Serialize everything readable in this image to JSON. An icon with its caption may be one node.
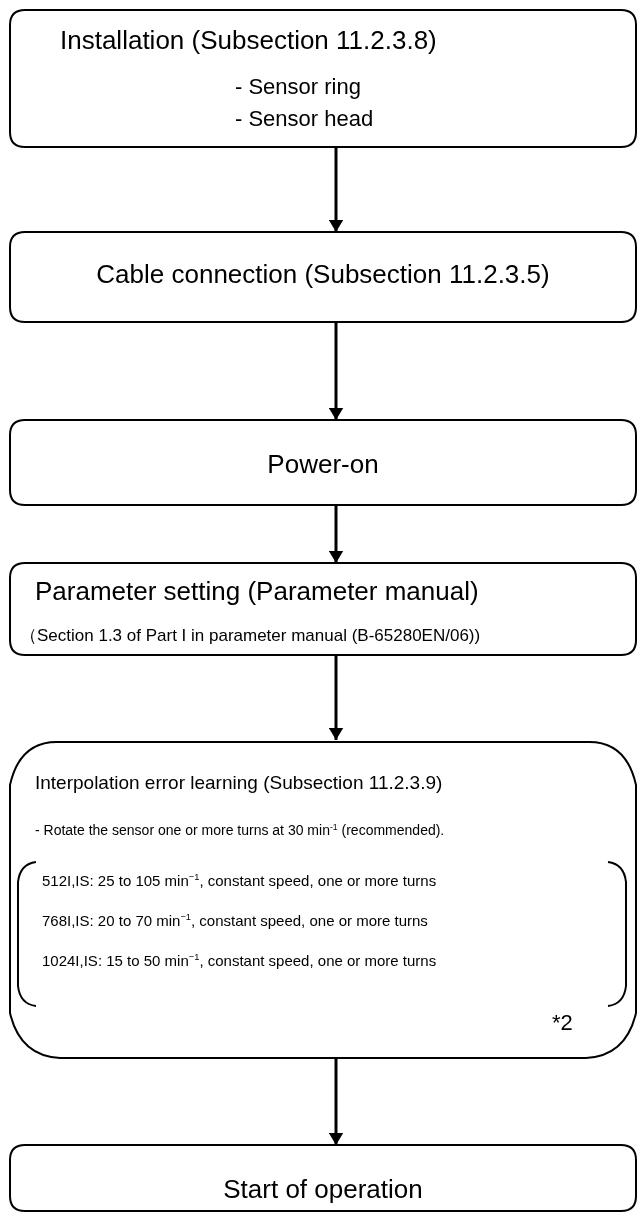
{
  "diagram": {
    "nodes": [
      {
        "text": [
          "Installation (Subsection 11.2.3.8)",
          "- Sensor ring",
          "- Sensor head"
        ]
      },
      {
        "text": [
          "Cable connection (Subsection 11.2.3.5)"
        ]
      },
      {
        "text": [
          "Power-on"
        ]
      },
      {
        "text": [
          "Parameter setting (Parameter manual)",
          "（Section 1.3 of Part I in parameter manual (B-65280EN/06))"
        ]
      },
      {
        "text": [
          "Interpolation error learning (Subsection 11.2.3.9)",
          "- Rotate the sensor one or more turns at 30 min$^{-1}$ (recommended).",
          "*2"
        ]
      },
      {
        "text": [
          "512I,IS: 25 to 105 min$^{−1}$, constant speed, one or more turns",
          "768I,IS: 20 to 70 min$^{−1}$, constant speed, one or more turns",
          "1024I,IS: 15 to 50 min$^{−1}$, constant speed, one or more turns"
        ],
        "in": 4
      },
      {
        "text": [
          "Start of operation"
        ]
      }
    ],
    "edges": [
      {
        "from": 0,
        "to": 1,
        "arrow": "to"
      },
      {
        "from": 1,
        "to": 2,
        "arrow": "to"
      },
      {
        "from": 2,
        "to": 3,
        "arrow": "to"
      },
      {
        "from": 3,
        "to": 4,
        "arrow": "to"
      },
      {
        "from": 4,
        "to": 6,
        "arrow": "to"
      }
    ]
  }
}
